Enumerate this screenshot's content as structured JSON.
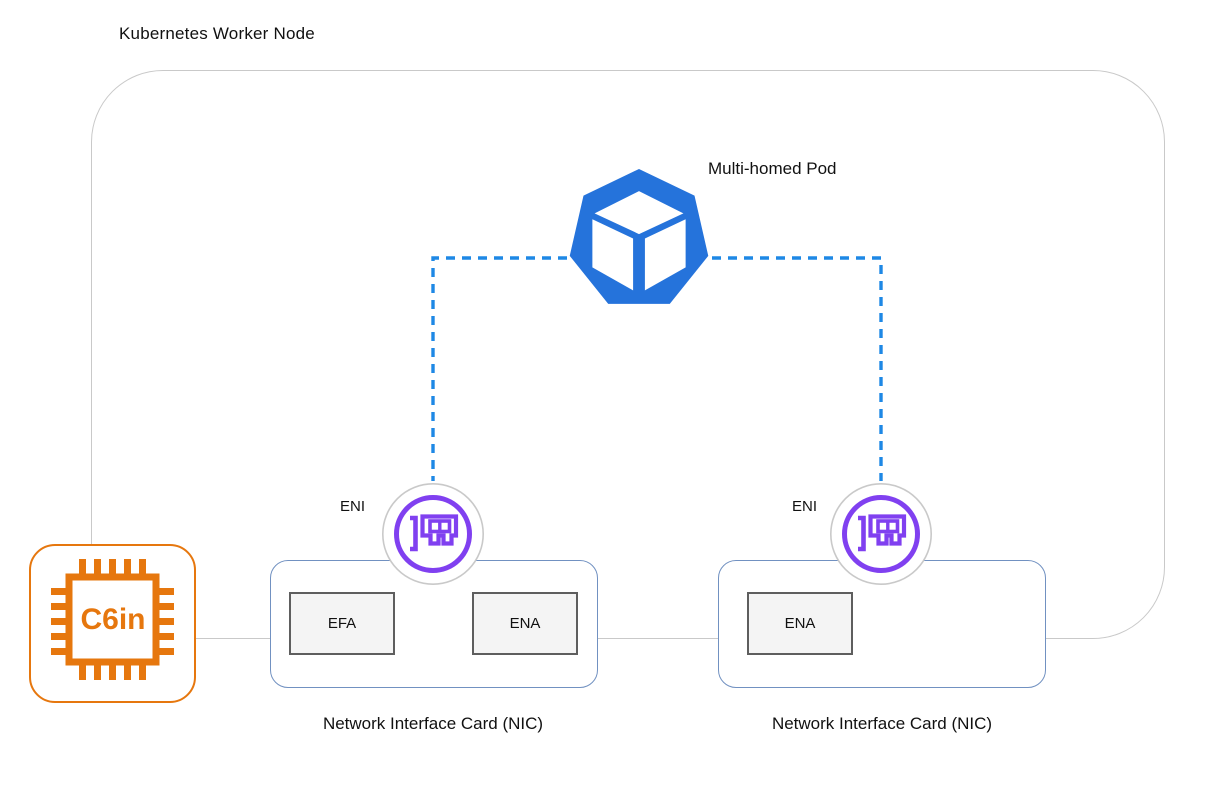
{
  "diagram": {
    "title": "Kubernetes Worker Node",
    "pod": {
      "label": "Multi-homed Pod",
      "icon": "kubernetes-pod-icon"
    },
    "eni_left": {
      "label": "ENI",
      "icon": "elastic-network-interface-icon"
    },
    "eni_right": {
      "label": "ENI",
      "icon": "elastic-network-interface-icon"
    },
    "nic_left": {
      "label": "Network Interface Card (NIC)",
      "adapters": [
        "EFA",
        "ENA"
      ]
    },
    "nic_right": {
      "label": "Network Interface Card (NIC)",
      "adapters": [
        "ENA"
      ]
    },
    "instance": {
      "label": "C6in",
      "icon": "processor-chip-icon"
    },
    "colors": {
      "pod_blue": "#2573DB",
      "connection_dash_blue": "#1E88E5",
      "eni_purple": "#8040F0",
      "nic_border_blue": "#7191C1",
      "node_border_gray": "#C9C9C9",
      "instance_orange": "#E6770E",
      "adapter_fill": "#F4F4F4",
      "adapter_border": "#5E5E5E",
      "text_color": "#111111"
    }
  }
}
